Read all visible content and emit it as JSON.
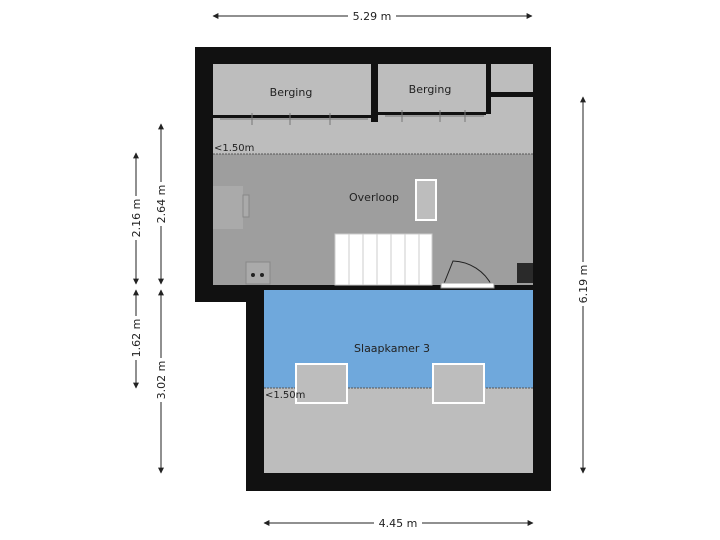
{
  "rooms": {
    "berging_left": "Berging",
    "berging_right": "Berging",
    "overloop": "Overloop",
    "slaapkamer": "Slaapkamer 3"
  },
  "height_notes": {
    "top": "<1.50m",
    "bottom": "<1.50m"
  },
  "dimensions": {
    "top_width": "5.29 m",
    "bottom_width": "4.45 m",
    "left_upper": "2.16 m",
    "left_lower": "1.62 m",
    "mid_upper": "2.64 m",
    "mid_lower": "3.02 m",
    "right_total": "6.19 m"
  },
  "colors": {
    "wall": "#111111",
    "floor_grey": "#bdbdbd",
    "floor_dark": "#9e9e9e",
    "bedroom_blue": "#6fa8dc"
  }
}
